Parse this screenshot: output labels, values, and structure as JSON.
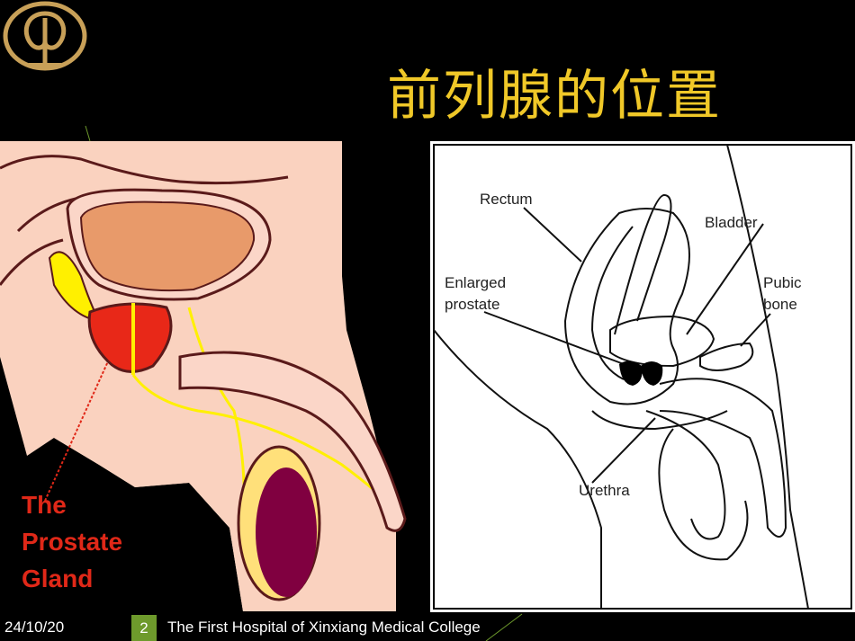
{
  "title": "前列腺的位置",
  "left_diagram": {
    "label_lines": [
      "The",
      "Prostate",
      "Gland"
    ]
  },
  "right_diagram": {
    "labels": {
      "rectum": "Rectum",
      "bladder": "Bladder",
      "enlarged_prostate_line1": "Enlarged",
      "enlarged_prostate_line2": "prostate",
      "pubic_bone_line1": "Pubic",
      "pubic_bone_line2": "bone",
      "urethra": "Urethra"
    }
  },
  "footer": {
    "date": "24/10/20",
    "page_number": "2",
    "institution": "The First Hospital of Xinxiang Medical College"
  },
  "colors": {
    "title": "#f0c828",
    "gland_label": "#e02818",
    "skin": "#fad2bf",
    "bladder": "#e89a6a",
    "prostate": "#e82818",
    "testis": "#800040",
    "footer_badge": "#6e9a2c"
  }
}
